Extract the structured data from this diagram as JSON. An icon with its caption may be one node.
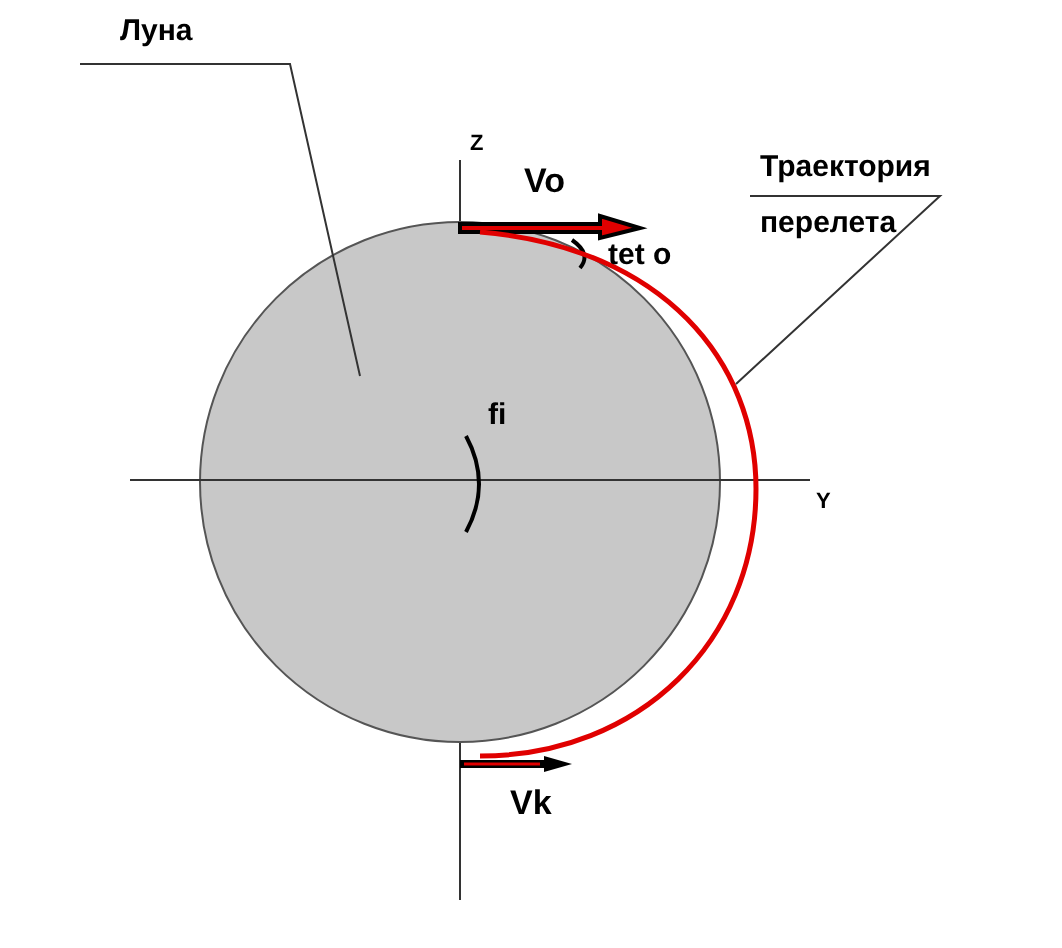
{
  "diagram": {
    "nodes": [
      {
        "text": [
          "Луна"
        ]
      },
      {
        "text": [],
        "shape": "circle"
      },
      {
        "text": [
          "Траектория перелета"
        ]
      },
      {
        "text": [],
        "shape": "curve"
      }
    ],
    "edges": [
      {
        "from": 0,
        "to": 1,
        "arrow": "none"
      },
      {
        "from": 2,
        "to": 3,
        "arrow": "none"
      }
    ],
    "labels": [
      "Z",
      "Vo",
      "tet o",
      "fi",
      "Y",
      "Vk"
    ]
  }
}
